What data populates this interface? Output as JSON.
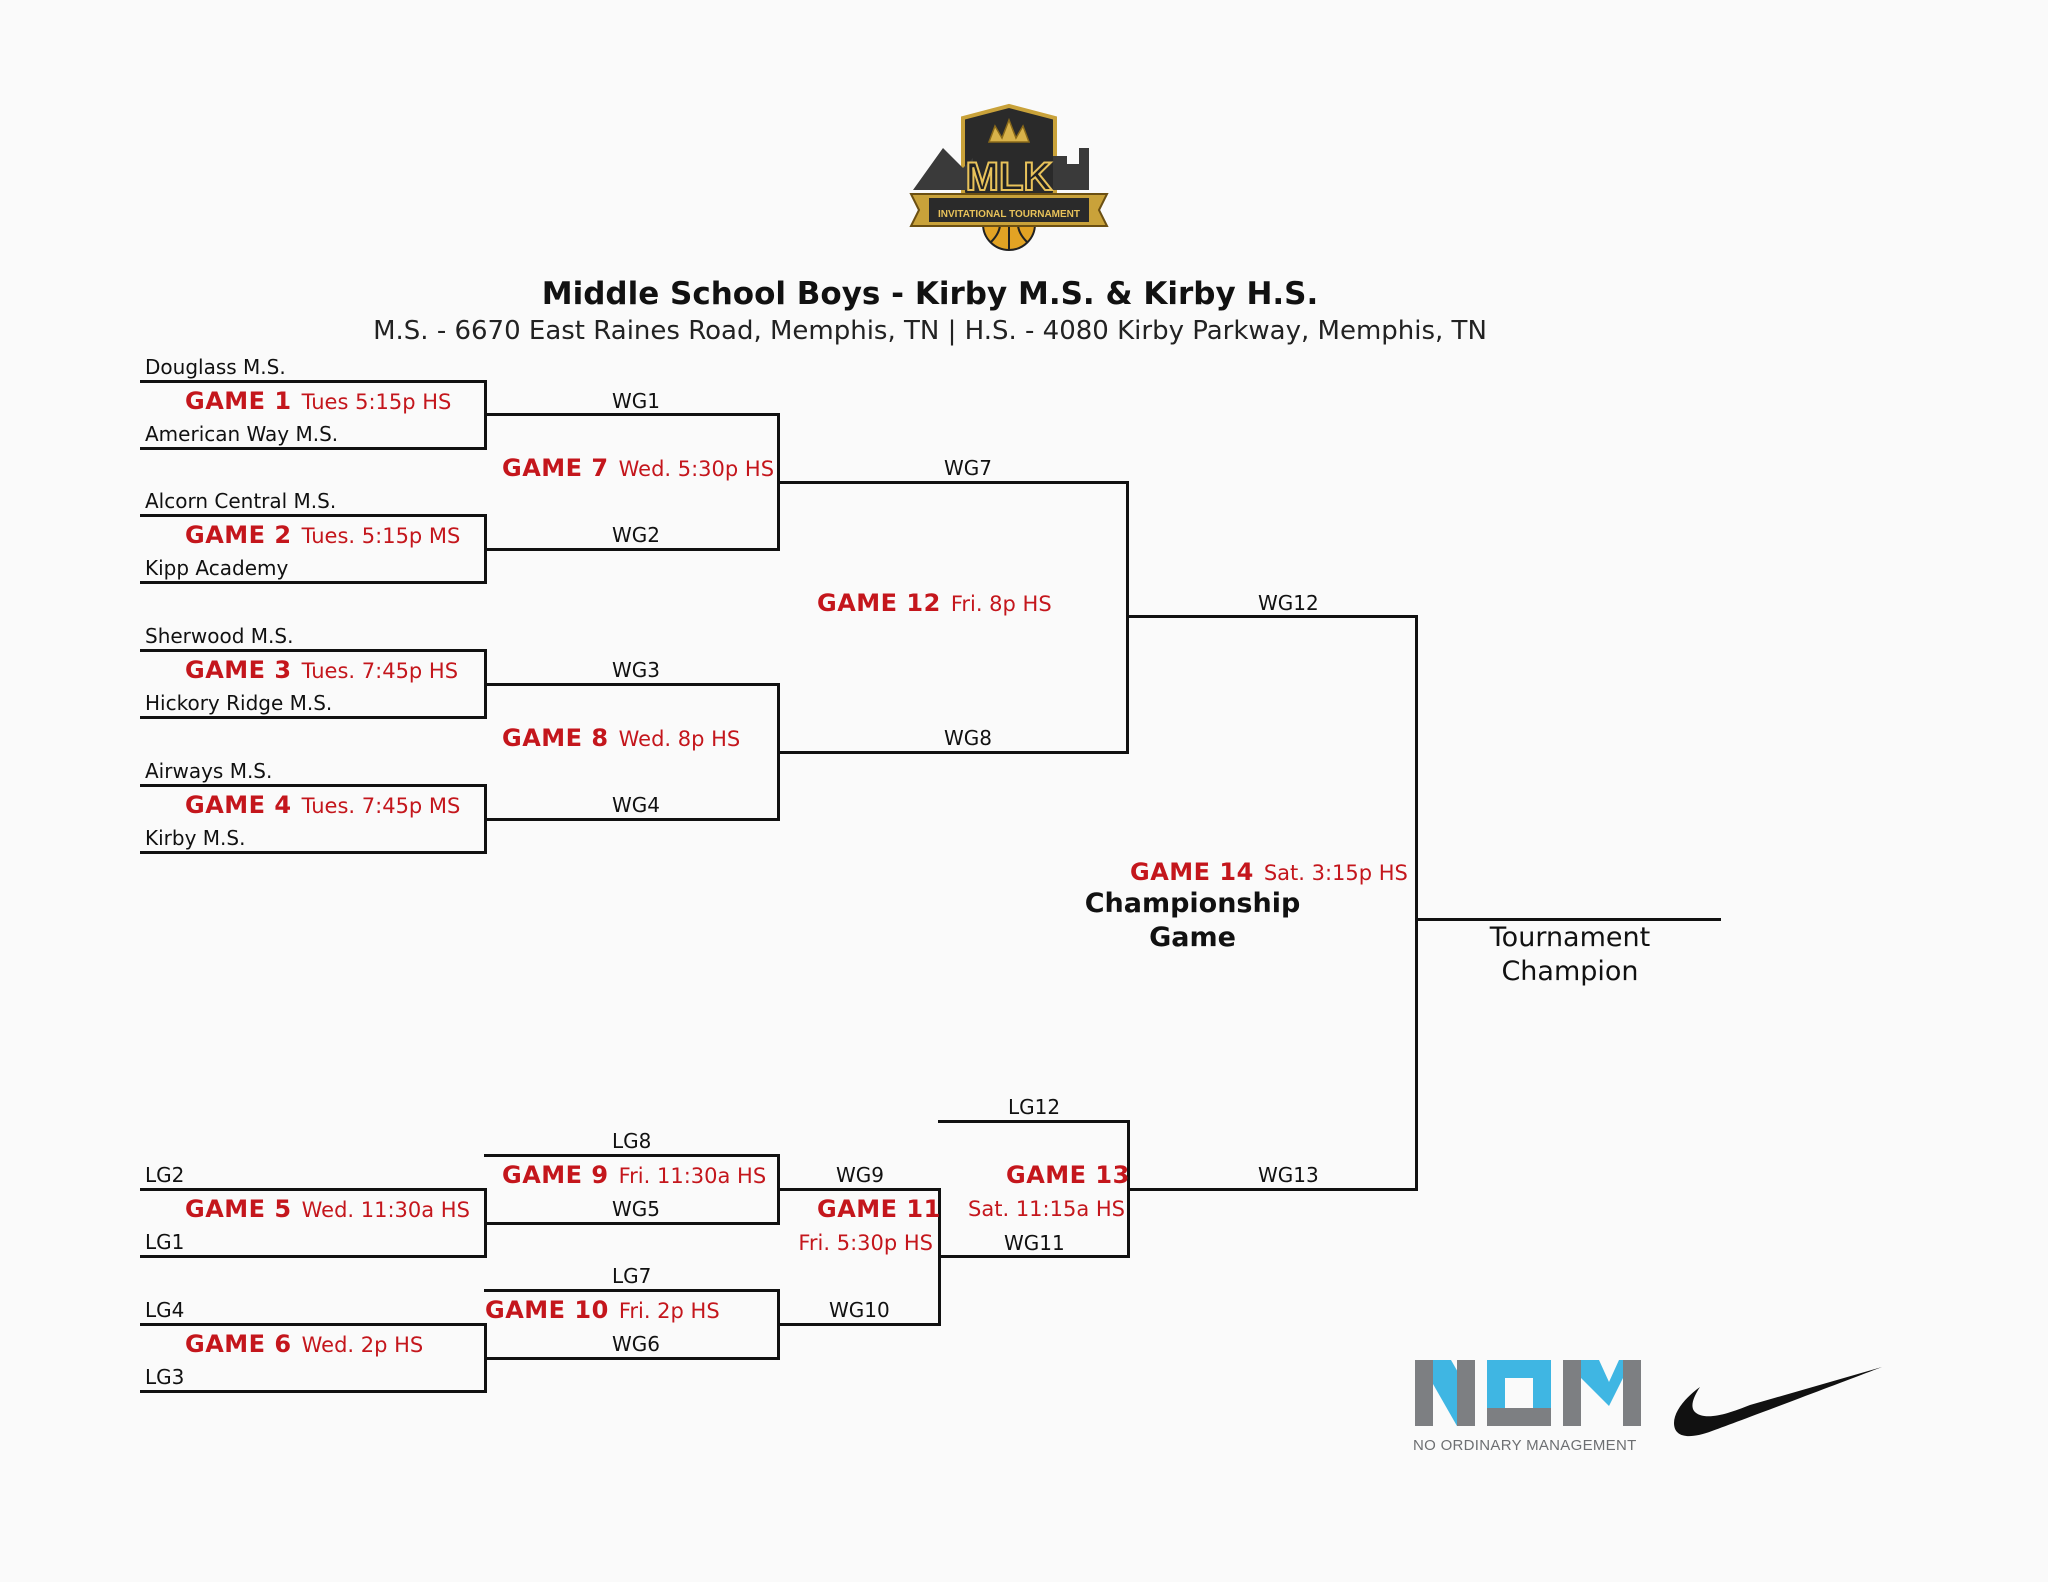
{
  "logo": {
    "name": "MLK",
    "banner": "INVITATIONAL TOURNAMENT"
  },
  "header": {
    "title": "Middle School Boys - Kirby M.S. & Kirby H.S.",
    "subtitle": "M.S. - 6670 East Raines Road, Memphis, TN | H.S. - 4080 Kirby Parkway, Memphis, TN"
  },
  "teams": {
    "t1": "Douglass M.S.",
    "t2": "American Way M.S.",
    "t3": "Alcorn Central M.S.",
    "t4": "Kipp Academy",
    "t5": "Sherwood M.S.",
    "t6": "Hickory Ridge M.S.",
    "t7": "Airways M.S.",
    "t8": "Kirby M.S."
  },
  "games": {
    "g1": {
      "label": "GAME 1",
      "schedule": "Tues 5:15p HS"
    },
    "g2": {
      "label": "GAME 2",
      "schedule": "Tues. 5:15p MS"
    },
    "g3": {
      "label": "GAME 3",
      "schedule": "Tues. 7:45p HS"
    },
    "g4": {
      "label": "GAME 4",
      "schedule": "Tues. 7:45p MS"
    },
    "g5": {
      "label": "GAME 5",
      "schedule": "Wed. 11:30a HS"
    },
    "g6": {
      "label": "GAME 6",
      "schedule": "Wed. 2p HS"
    },
    "g7": {
      "label": "GAME 7",
      "schedule": "Wed. 5:30p HS"
    },
    "g8": {
      "label": "GAME 8",
      "schedule": "Wed. 8p HS"
    },
    "g9": {
      "label": "GAME 9",
      "schedule": "Fri. 11:30a HS"
    },
    "g10": {
      "label": "GAME 10",
      "schedule": "Fri. 2p HS"
    },
    "g11": {
      "label": "GAME 11",
      "schedule": "Fri. 5:30p HS"
    },
    "g12": {
      "label": "GAME 12",
      "schedule": "Fri. 8p HS"
    },
    "g13": {
      "label": "GAME 13",
      "schedule": "Sat. 11:15a HS"
    },
    "g14": {
      "label": "GAME 14",
      "schedule": "Sat. 3:15p HS"
    }
  },
  "slots": {
    "wg1": "WG1",
    "wg2": "WG2",
    "wg3": "WG3",
    "wg4": "WG4",
    "wg5": "WG5",
    "wg6": "WG6",
    "wg7": "WG7",
    "wg8": "WG8",
    "wg9": "WG9",
    "wg10": "WG10",
    "wg11": "WG11",
    "wg12": "WG12",
    "wg13": "WG13",
    "lg1": "LG1",
    "lg2": "LG2",
    "lg3": "LG3",
    "lg4": "LG4",
    "lg7": "LG7",
    "lg8": "LG8",
    "lg12": "LG12"
  },
  "championship": {
    "line1": "Championship",
    "line2": "Game"
  },
  "champion": {
    "line1": "Tournament",
    "line2": "Champion"
  },
  "sponsors": {
    "nom_tagline": "NO ORDINARY MANAGEMENT"
  },
  "colors": {
    "accent_red": "#c4161c",
    "nom_blue": "#3fb6e3",
    "nom_gray": "#7d7f82",
    "logo_gold": "#c9a23a"
  }
}
